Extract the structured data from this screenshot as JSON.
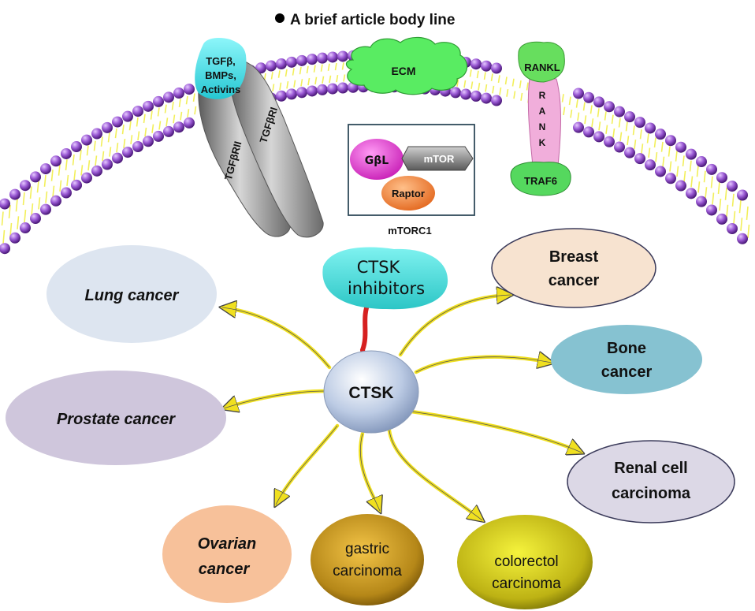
{
  "heading": "A brief article body line",
  "membrane": {
    "tgf_ligand": [
      "TGFβ,",
      "BMPs,",
      "Activins"
    ],
    "receptor_2": "TGFβRII",
    "receptor_1": "TGFβRI",
    "ecm": "ECM",
    "gbl": "GβL",
    "mtor": "mTOR",
    "raptor": "Raptor",
    "complex_label": "mTORC1",
    "rankl": "RANKL",
    "rank_letters": [
      "R",
      "A",
      "N",
      "K"
    ],
    "traf6": "TRAF6"
  },
  "hub": "CTSK",
  "inhibitors": [
    "CTSK",
    "inhibitors"
  ],
  "cancers": {
    "lung": [
      "Lung cancer"
    ],
    "prostate": [
      "Prostate cancer"
    ],
    "ovarian": [
      "Ovarian",
      "cancer"
    ],
    "gastric": [
      "gastric",
      "carcinoma"
    ],
    "colorectal": [
      "colorectol",
      "carcinoma"
    ],
    "renal": [
      "Renal cell",
      "carcinoma"
    ],
    "bone": [
      "Bone",
      "cancer"
    ],
    "breast": [
      "Breast",
      "cancer"
    ]
  },
  "colors": {
    "membrane_head": "#7a3fb0",
    "membrane_tail": "#f2ef5a",
    "arrow": "#f0e020",
    "inhibitor_line": "#d62020",
    "ctsk_fill": "#b9c9e3",
    "ligand": "#3fe3e8",
    "ecm": "#55ee66",
    "gbl": "#e040d0",
    "raptor": "#f58a40",
    "rank": "#f3a8d8"
  }
}
